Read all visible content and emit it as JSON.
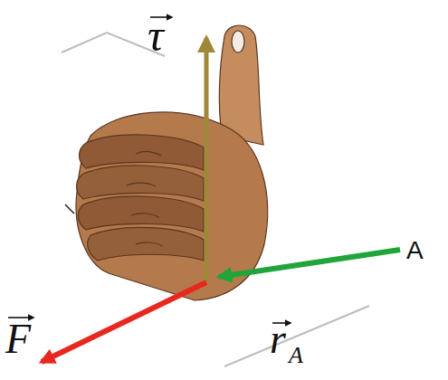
{
  "diagram": {
    "labels": [
      "τ",
      "F",
      "r",
      "A",
      "A"
    ]
  }
}
